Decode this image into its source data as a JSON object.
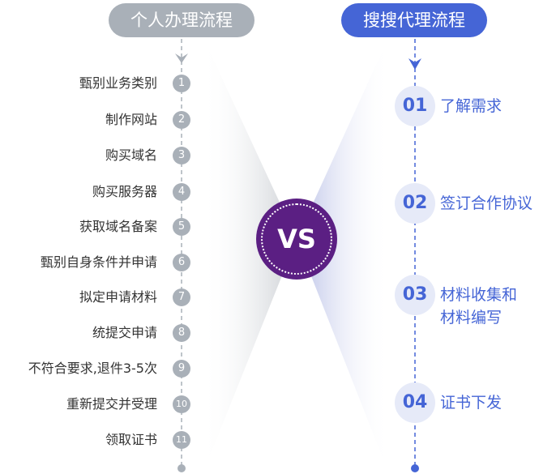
{
  "left": {
    "title": "个人办理流程",
    "steps": [
      {
        "n": "1",
        "label": "甄别业务类别"
      },
      {
        "n": "2",
        "label": "制作网站"
      },
      {
        "n": "3",
        "label": "购买域名"
      },
      {
        "n": "4",
        "label": "购买服务器"
      },
      {
        "n": "5",
        "label": "获取域名备案"
      },
      {
        "n": "6",
        "label": "甄别自身条件并申请"
      },
      {
        "n": "7",
        "label": "拟定申请材料"
      },
      {
        "n": "8",
        "label": "统提交申请"
      },
      {
        "n": "9",
        "label": "不符合要求,退件3-5次"
      },
      {
        "n": "10",
        "label": "重新提交并受理"
      },
      {
        "n": "11",
        "label": "领取证书"
      }
    ]
  },
  "right": {
    "title": "搜搜代理流程",
    "steps": [
      {
        "n": "01",
        "line1": "了解需求",
        "line2": ""
      },
      {
        "n": "02",
        "line1": "签订合作协议",
        "line2": ""
      },
      {
        "n": "03",
        "line1": "材料收集和",
        "line2": "材料编写"
      },
      {
        "n": "04",
        "line1": "证书下发",
        "line2": ""
      }
    ]
  },
  "vs": "VS",
  "colors": {
    "gray": "#a9b0b8",
    "blue": "#4565d6",
    "purple": "#5b1f83"
  }
}
